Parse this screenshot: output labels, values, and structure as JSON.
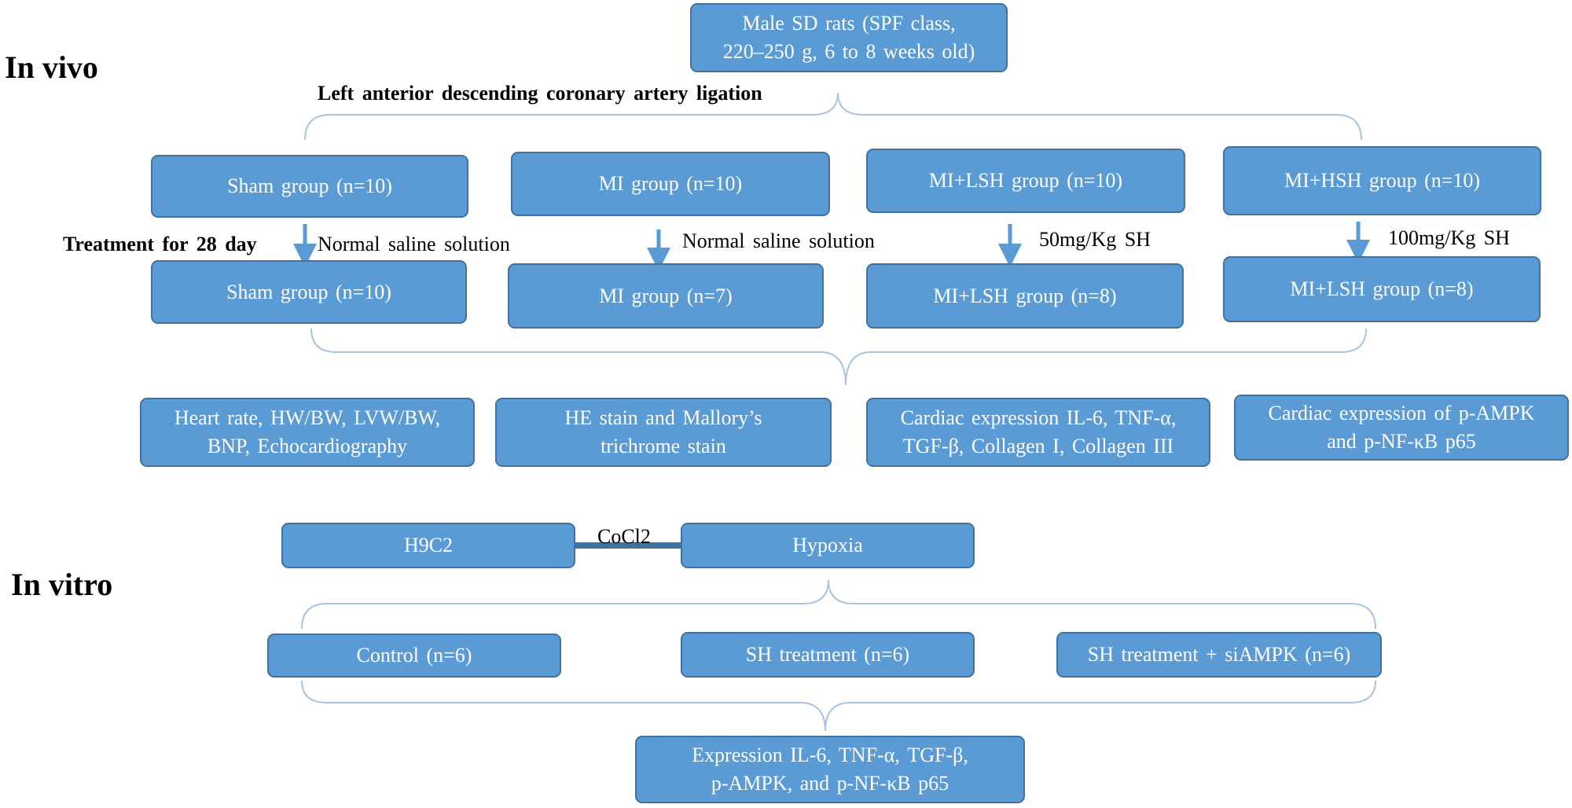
{
  "sections": {
    "in_vivo": "In vivo",
    "in_vitro": "In vitro"
  },
  "in_vivo": {
    "source": "Male SD rats (SPF class,\n220–250 g, 6 to 8 weeks old)",
    "procedure": "Left anterior descending coronary artery ligation",
    "treatment_label": "Treatment for 28 day",
    "groups_start": [
      "Sham group (n=10)",
      "MI group (n=10)",
      "MI+LSH group (n=10)",
      "MI+HSH group (n=10)"
    ],
    "treatments": [
      "Normal saline solution",
      "Normal saline solution",
      "50mg/Kg SH",
      "100mg/Kg SH"
    ],
    "groups_end": [
      "Sham group (n=10)",
      "MI group (n=7)",
      "MI+LSH group (n=8)",
      "MI+LSH group (n=8)"
    ],
    "outcomes": [
      "Heart rate, HW/BW, LVW/BW,\nBNP, Echocardiography",
      "HE stain and Mallory’s\ntrichrome stain",
      "Cardiac expression IL-6, TNF-α,\nTGF-β, Collagen I, Collagen III",
      "Cardiac expression of p-AMPK\nand p-NF-κB p65"
    ]
  },
  "in_vitro": {
    "cell": "H9C2",
    "agent": "CoCl2",
    "condition": "Hypoxia",
    "groups": [
      "Control (n=6)",
      "SH treatment (n=6)",
      "SH treatment + siAMPK (n=6)"
    ],
    "outcome": "Expression IL-6, TNF-α, TGF-β,\np-AMPK, and p-NF-κB p65"
  },
  "colors": {
    "box_fill": "#5b9bd5",
    "box_border": "#41719c",
    "bracket": "#a9c4e2",
    "arrow": "#5b9bd5",
    "text_on_box": "#ffffff",
    "label_text": "#000000"
  }
}
